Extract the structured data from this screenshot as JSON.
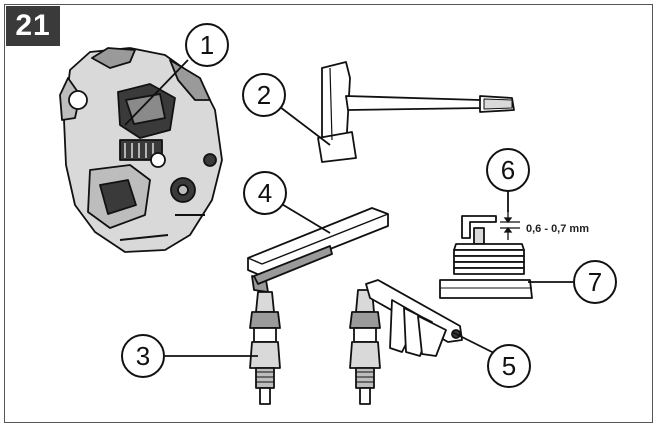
{
  "figure": {
    "number": "21"
  },
  "callouts": [
    {
      "label": "1"
    },
    {
      "label": "2"
    },
    {
      "label": "3"
    },
    {
      "label": "4"
    },
    {
      "label": "5"
    },
    {
      "label": "6"
    },
    {
      "label": "7"
    }
  ],
  "measurement": {
    "gap_text": "0,6 - 0,7 mm"
  },
  "colors": {
    "line": "#111111",
    "fill_light": "#d9d9d9",
    "fill_mid": "#9a9a9a",
    "fill_dark": "#3a3a3a",
    "badge": "#3a3a3a"
  },
  "illustrations": [
    "blower-engine",
    "spark-plug-wrench",
    "spark-plug-brush-clean",
    "cleaning-brush",
    "feeler-gauge-check",
    "electrode-gap",
    "spark-plug-seat"
  ]
}
